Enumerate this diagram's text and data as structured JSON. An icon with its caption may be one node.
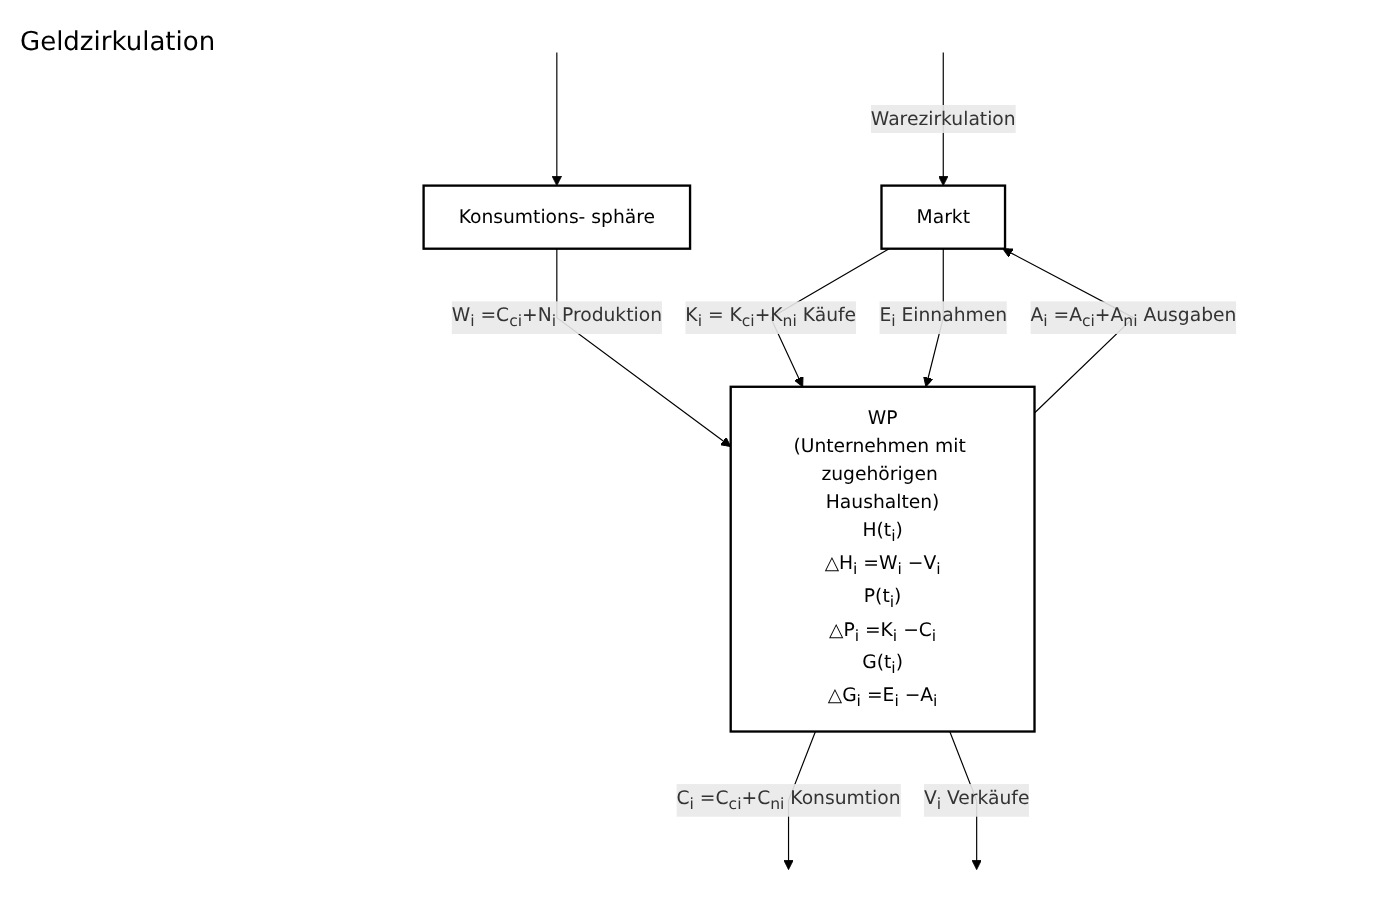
{
  "diagram": {
    "nodes": [
      {
        "text": [
          "Konsumtions- sphäre"
        ]
      },
      {
        "text": [
          "WP",
          "(Unternehmen mit zugehörigen Haushalten)",
          "H(t$_{i}$)",
          "△H$_{i}$ =W$_{i}$ −V$_{i}$",
          "P(t$_{i}$)",
          "△P$_{i}$ =K$_{i}$ −C$_{i}$",
          "G(t$_{i}$)",
          "△G$_{i}$ =E$_{i}$ −A$_{i}$"
        ]
      },
      {
        "text": [
          "Markt"
        ]
      }
    ],
    "edges": [
      {
        "from": 0,
        "to": 1,
        "arrow": "to",
        "label": "W$_{i}$ =C$_{ci}$+N$_{i}$ Produktion"
      },
      {
        "from": 1,
        "to": null,
        "arrow": "to",
        "label": "C$_{i}$ =C$_{ci}$+C$_{ni}$ Konsumtion"
      },
      {
        "from": null,
        "to": 0,
        "arrow": "to"
      },
      {
        "from": 1,
        "to": null,
        "arrow": "to",
        "label": "V$_{i}$ Verkäufe"
      },
      {
        "from": 2,
        "to": 1,
        "arrow": "to",
        "label": "K$_{i}$ = K$_{ci}$+K$_{ni}$ Käufe"
      },
      {
        "from": 1,
        "to": 2,
        "arrow": "to",
        "label": "A$_{i}$ =A$_{ci}$+A$_{ni}$ Ausgaben"
      },
      {
        "from": 2,
        "to": 1,
        "arrow": "to",
        "label": "E$_{i}$ Einnahmen"
      },
      {
        "from": null,
        "to": 2,
        "arrow": "to",
        "label": "Warezirkulation"
      }
    ],
    "labels": [
      "Geldzirkulation"
    ]
  }
}
